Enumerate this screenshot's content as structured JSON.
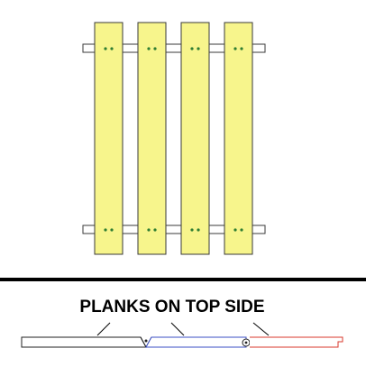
{
  "caption": "PLANKS ON TOP SIDE",
  "colors": {
    "plank_fill": "#f7f58c",
    "plank_stroke": "#3a3a3a",
    "rail_stroke": "#3a3a3a",
    "dot": "#2e7d32",
    "divider": "#000000",
    "side_black": "#222222",
    "side_blue": "#3b4fc4",
    "side_red": "#d83a2e"
  },
  "top_view": {
    "planks": 4,
    "rails": 2,
    "dots_per_plank_per_rail": 2
  }
}
